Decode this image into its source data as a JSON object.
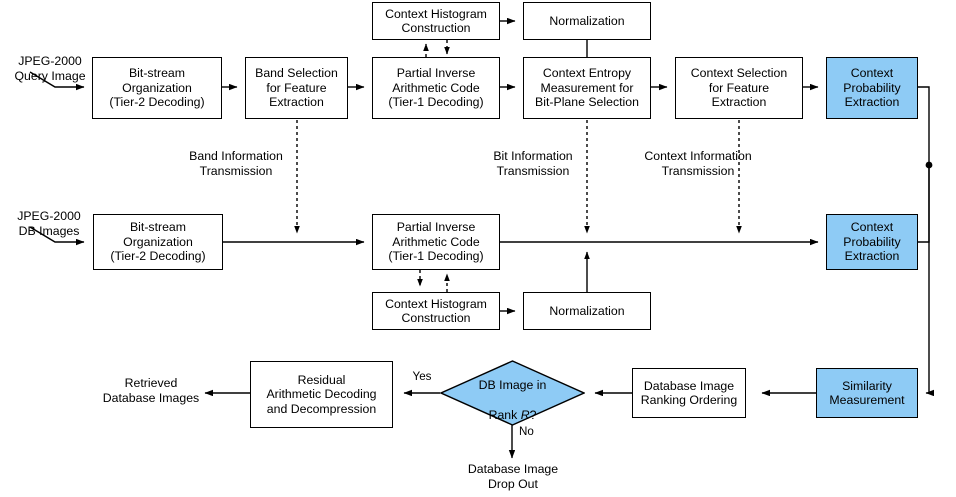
{
  "diagram": {
    "title": "JPEG-2000 compressed-domain image retrieval flowchart",
    "accent_blue": "#8ECBF5",
    "line_color": "#000000"
  },
  "inputs": {
    "query": "JPEG-2000\nQuery Image",
    "db": "JPEG-2000\nDB Images",
    "retrieved": "Retrieved\nDatabase Images",
    "dropout": "Database Image\nDrop Out"
  },
  "top_row": {
    "histogram": "Context Histogram\nConstruction",
    "normalization": "Normalization"
  },
  "query_row": {
    "bitstream": "Bit-stream\nOrganization\n(Tier-2 Decoding)",
    "band_selection": "Band Selection\nfor Feature\nExtraction",
    "partial_inverse": "Partial Inverse\nArithmetic Code\n(Tier-1 Decoding)",
    "context_entropy": "Context Entropy\nMeasurement for\nBit-Plane Selection",
    "context_selection": "Context Selection\nfor Feature\nExtraction",
    "context_probability": "Context\nProbability\nExtraction"
  },
  "transmission_labels": {
    "band": "Band Information\nTransmission",
    "bit": "Bit Information\nTransmission",
    "context": "Context Information\nTransmission"
  },
  "db_row": {
    "bitstream": "Bit-stream\nOrganization\n(Tier-2 Decoding)",
    "partial_inverse": "Partial Inverse\nArithmetic Code\n(Tier-1 Decoding)",
    "context_probability": "Context\nProbability\nExtraction"
  },
  "db_bottom_row": {
    "histogram": "Context Histogram\nConstruction",
    "normalization": "Normalization"
  },
  "retrieval_row": {
    "residual": "Residual\nArithmetic Decoding\nand Decompression",
    "ranking": "Database Image\nRanking Ordering",
    "similarity": "Similarity\nMeasurement"
  },
  "decision": {
    "text_line1": "DB Image in",
    "text_line2_prefix": "Rank ",
    "text_line2_var": "R",
    "text_line2_suffix": "?",
    "yes_label": "Yes",
    "no_label": "No"
  }
}
